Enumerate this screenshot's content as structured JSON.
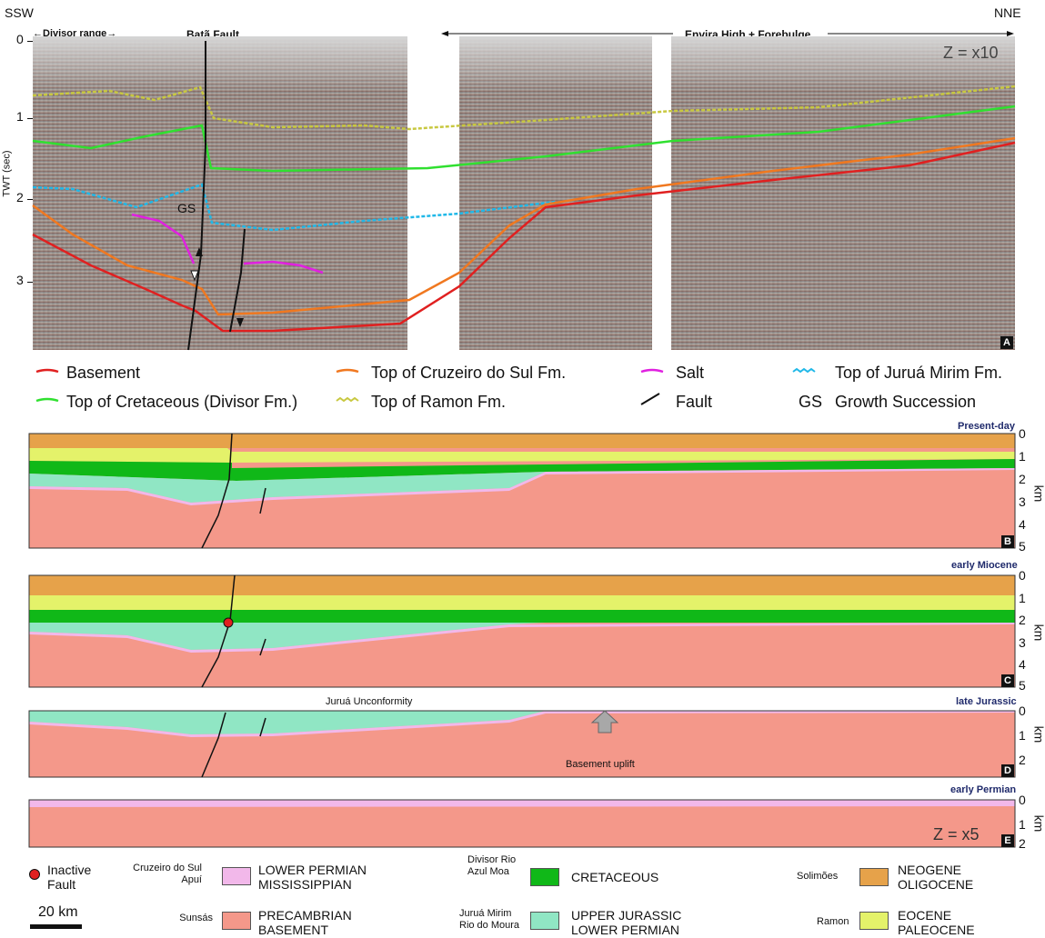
{
  "panel_a": {
    "left_orient": "SSW",
    "right_orient": "NNE",
    "divisor_range": "Divisor range",
    "bata_fault": "Batã Fault",
    "envira": "Envira High + Forebulge",
    "z_scale": "Z = x10",
    "axis_label": "TWT (sec)",
    "ticks": [
      "0",
      "1",
      "2",
      "3"
    ],
    "gs": "GS",
    "badge": "A"
  },
  "legend_a": {
    "basement": "Basement",
    "cruzeiro": "Top of Cruzeiro do Sul Fm.",
    "salt": "Salt",
    "jurua": "Top of Juruá Mirim Fm.",
    "cretaceous": "Top of Cretaceous (Divisor Fm.)",
    "ramon": "Top of Ramon Fm.",
    "fault": "Fault",
    "gs_abbr": "GS",
    "gs_full": "Growth Succession",
    "colors": {
      "basement": "#e02020",
      "cruzeiro": "#f07820",
      "salt": "#e020e0",
      "jurua": "#20b8e8",
      "cretaceous": "#30e030",
      "ramon": "#c8c840",
      "fault": "#111111"
    }
  },
  "sections": {
    "b": {
      "title": "Present-day",
      "badge": "B",
      "ticks": [
        "0",
        "1",
        "2",
        "3",
        "4",
        "5"
      ],
      "unit": "km"
    },
    "c": {
      "title": "early Miocene",
      "badge": "C",
      "ticks": [
        "0",
        "1",
        "2",
        "3",
        "4",
        "5"
      ],
      "unit": "km"
    },
    "d": {
      "title": "late Jurassic",
      "badge": "D",
      "ticks": [
        "0",
        "1",
        "2"
      ],
      "unit": "km",
      "unconformity": "Juruá Unconformity",
      "uplift": "Basement uplift"
    },
    "e": {
      "title": "early Permian",
      "badge": "E",
      "ticks": [
        "0",
        "1",
        "2"
      ],
      "unit": "km",
      "z_scale": "Z = x5"
    }
  },
  "legend_bottom": {
    "inactive_fault": "Inactive Fault",
    "scale_bar": "20 km",
    "units": [
      {
        "formations": "Cruzeiro do Sul Apuí",
        "age": "LOWER PERMIAN MISSISSIPPIAN",
        "color": "#f2b8ea"
      },
      {
        "formations": "Sunsás",
        "age": "PRECAMBRIAN BASEMENT",
        "color": "#f4988a"
      },
      {
        "formations": "Divisor Rio Azul Moa",
        "age": "CRETACEOUS",
        "color": "#10b818"
      },
      {
        "formations": "Juruá Mirim Rio do Moura",
        "age": "UPPER JURASSIC LOWER PERMIAN",
        "color": "#90e6c4"
      },
      {
        "formations": "Solimões",
        "age": "NEOGENE OLIGOCENE",
        "color": "#e6a24a"
      },
      {
        "formations": "Ramon",
        "age": "EOCENE PALEOCENE",
        "color": "#e4f26a"
      }
    ]
  }
}
